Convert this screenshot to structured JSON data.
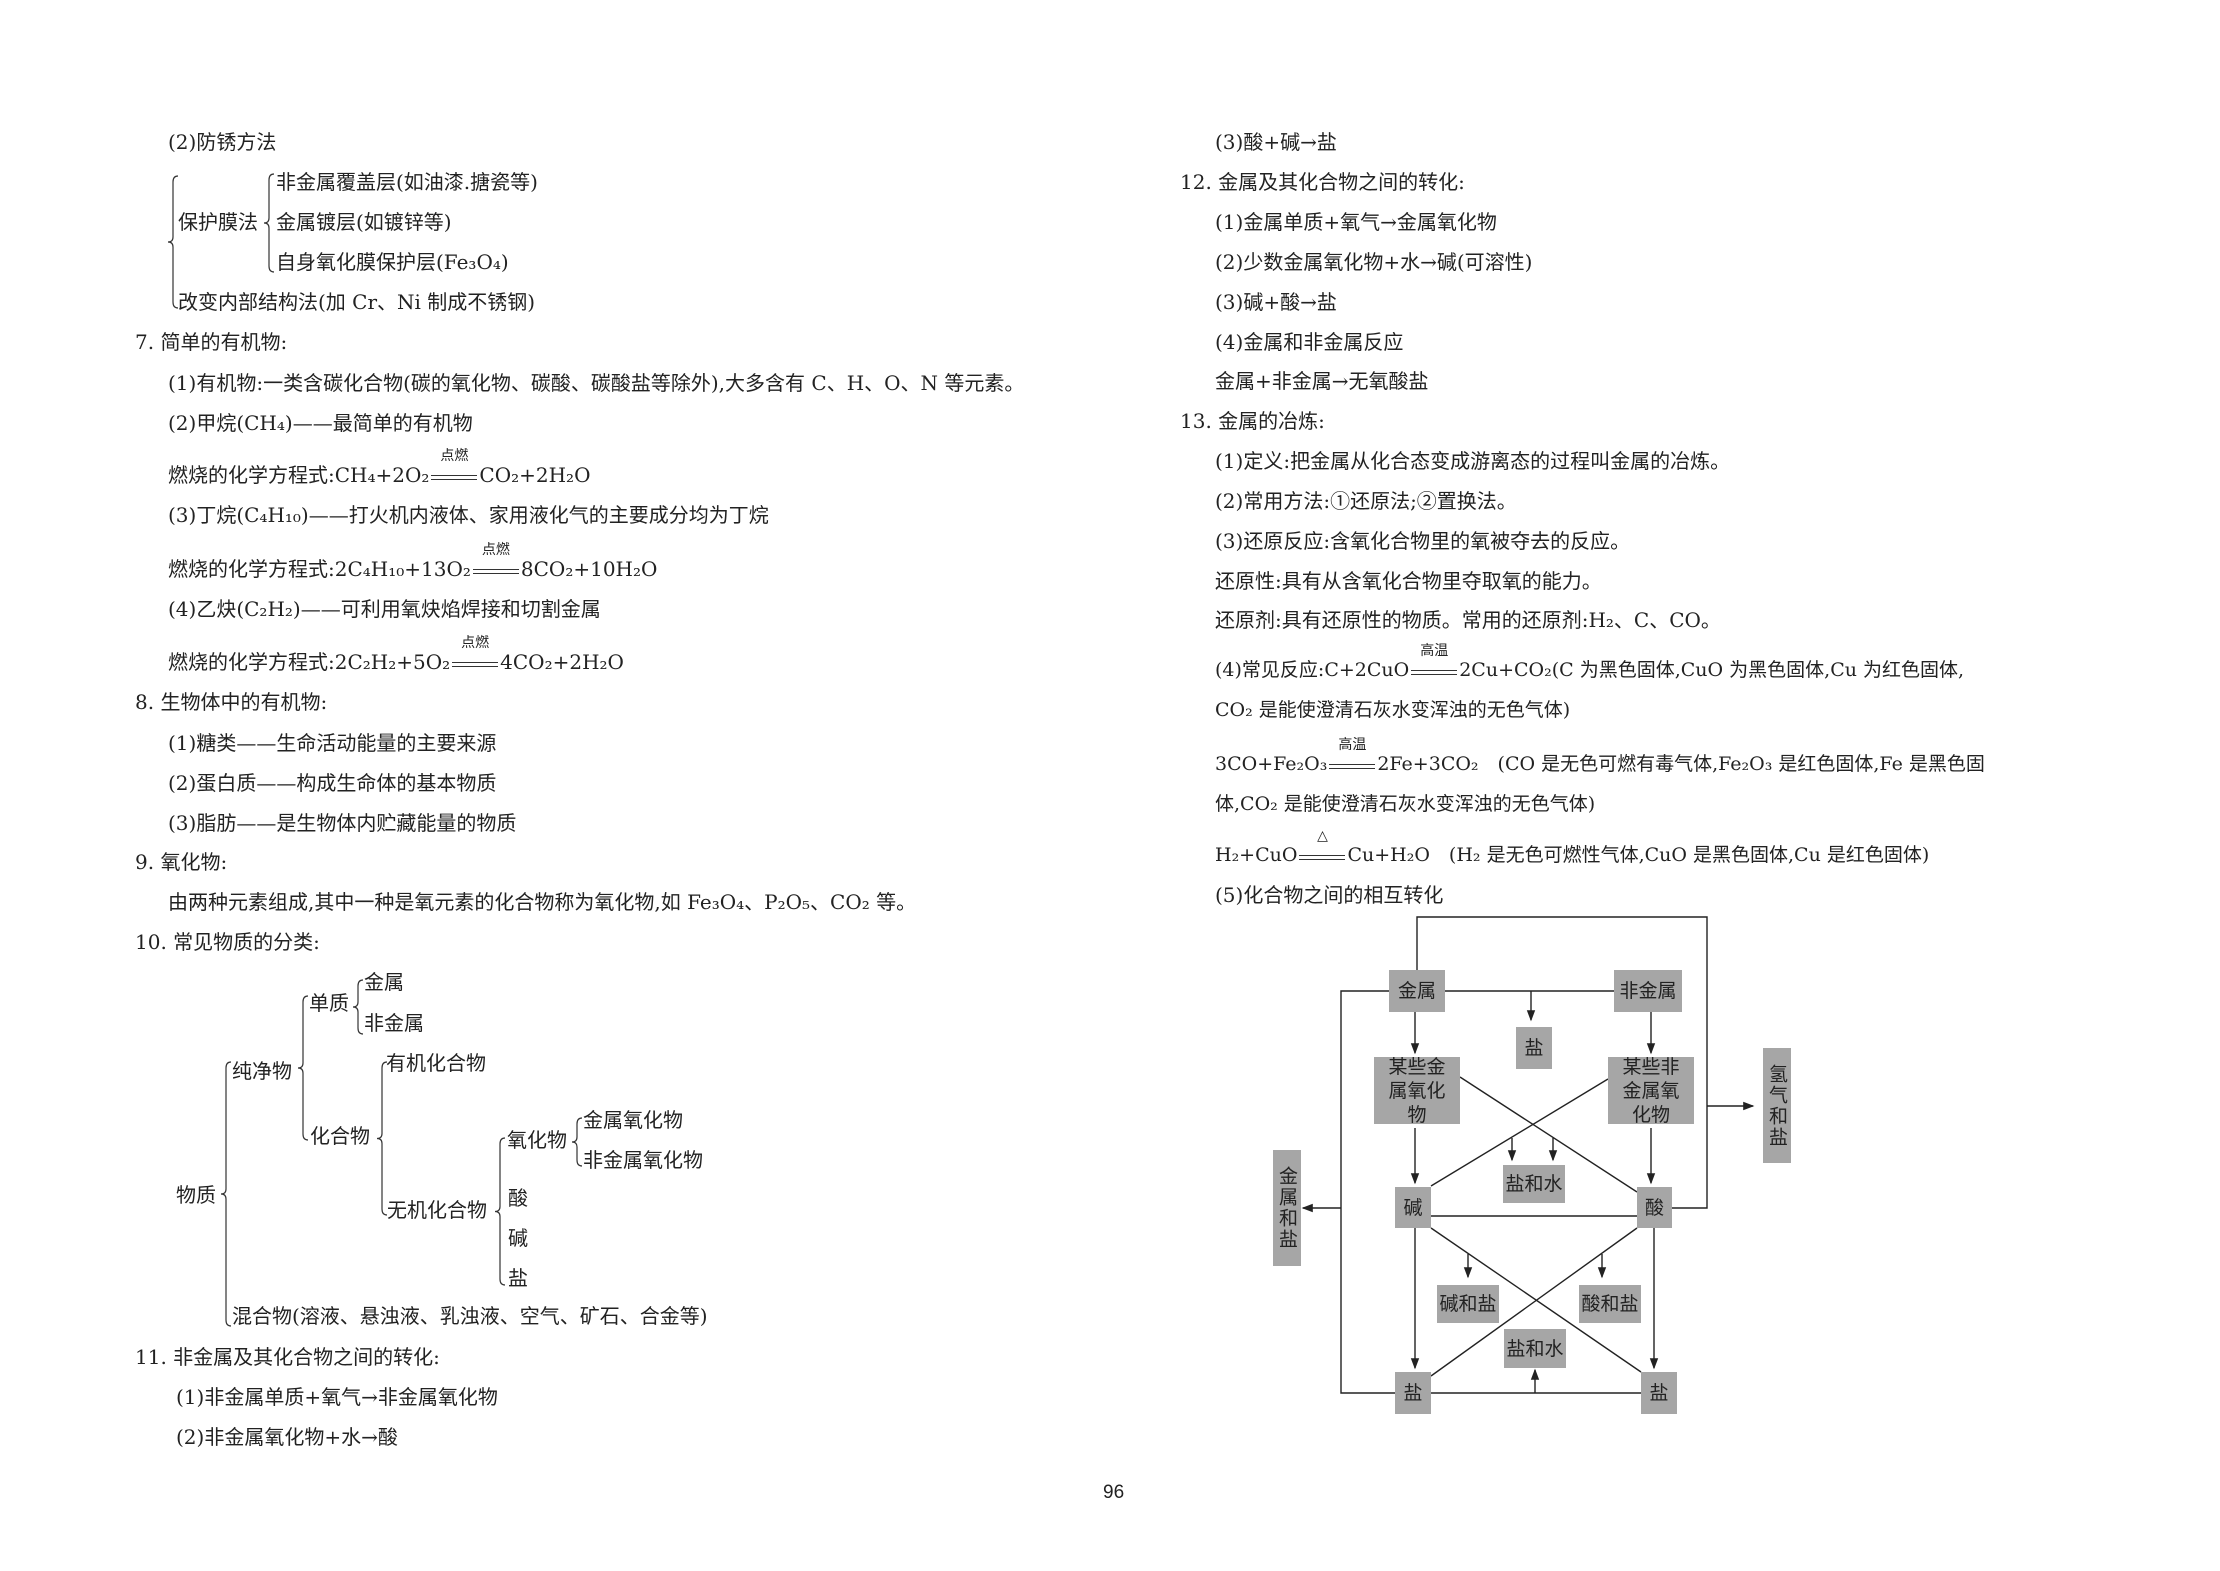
{
  "left": {
    "rust_title": "(2)防锈方法",
    "rust_method_1": "保护膜法",
    "rust_method_1_items": [
      "非金属覆盖层(如油漆.搪瓷等)",
      "金属镀层(如镀锌等)",
      "自身氧化膜保护层(Fe₃O₄)"
    ],
    "rust_method_2": "改变内部结构法(加 Cr、Ni 制成不锈钢)",
    "s7_title": "7. 简单的有机物:",
    "s7_1": "(1)有机物:一类含碳化合物(碳的氧化物、碳酸、碳酸盐等除外),大多含有 C、H、O、N 等元素。",
    "s7_2": "(2)甲烷(CH₄)——最简单的有机物",
    "s7_2_eq": {
      "pre": "燃烧的化学方程式:CH₄+2O₂",
      "cond": "点燃",
      "post": "CO₂+2H₂O"
    },
    "s7_3": "(3)丁烷(C₄H₁₀)——打火机内液体、家用液化气的主要成分均为丁烷",
    "s7_3_eq": {
      "pre": "燃烧的化学方程式:2C₄H₁₀+13O₂",
      "cond": "点燃",
      "post": "8CO₂+10H₂O"
    },
    "s7_4": "(4)乙炔(C₂H₂)——可利用氧炔焰焊接和切割金属",
    "s7_4_eq": {
      "pre": "燃烧的化学方程式:2C₂H₂+5O₂",
      "cond": "点燃",
      "post": "4CO₂+2H₂O"
    },
    "s8_title": "8. 生物体中的有机物:",
    "s8_items": [
      "(1)糖类——生命活动能量的主要来源",
      "(2)蛋白质——构成生命体的基本物质",
      "(3)脂肪——是生物体内贮藏能量的物质"
    ],
    "s9_title": "9. 氧化物:",
    "s9_text": "由两种元素组成,其中一种是氧元素的化合物称为氧化物,如 Fe₃O₄、P₂O₅、CO₂ 等。",
    "s10_title": "10. 常见物质的分类:",
    "tree": {
      "root": "物质",
      "pure": "纯净物",
      "element": "单质",
      "metal": "金属",
      "nonmetal": "非金属",
      "compound": "化合物",
      "organic": "有机化合物",
      "inorganic": "无机化合物",
      "oxide": "氧化物",
      "metal_oxide": "金属氧化物",
      "nonmetal_oxide": "非金属氧化物",
      "acid": "酸",
      "base": "碱",
      "salt": "盐",
      "mixture": "混合物(溶液、悬浊液、乳浊液、空气、矿石、合金等)"
    },
    "s11_title": "11. 非金属及其化合物之间的转化:",
    "s11_items": [
      "(1)非金属单质+氧气→非金属氧化物",
      "(2)非金属氧化物+水→酸"
    ]
  },
  "right": {
    "s11_3": "(3)酸+碱→盐",
    "s12_title": "12. 金属及其化合物之间的转化:",
    "s12_items": [
      "(1)金属单质+氧气→金属氧化物",
      "(2)少数金属氧化物+水→碱(可溶性)",
      "(3)碱+酸→盐",
      "(4)金属和非金属反应",
      "金属+非金属→无氧酸盐"
    ],
    "s13_title": "13. 金属的冶炼:",
    "s13_items": [
      "(1)定义:把金属从化合态变成游离态的过程叫金属的冶炼。",
      "(2)常用方法:①还原法;②置换法。",
      "(3)还原反应:含氧化合物里的氧被夺去的反应。",
      "还原性:具有从含氧化合物里夺取氧的能力。",
      "还原剂:具有还原性的物质。常用的还原剂:H₂、C、CO。"
    ],
    "eq1": {
      "pre": "(4)常见反应:C+2CuO",
      "cond": "高温",
      "post": "2Cu+CO₂(C 为黑色固体,CuO 为黑色固体,Cu 为红色固体,",
      "cont": "CO₂ 是能使澄清石灰水变浑浊的无色气体)"
    },
    "eq2": {
      "pre": "3CO+Fe₂O₃",
      "cond": "高温",
      "post": "2Fe+3CO₂　(CO 是无色可燃有毒气体,Fe₂O₃ 是红色固体,Fe 是黑色固",
      "cont": "体,CO₂ 是能使澄清石灰水变浑浊的无色气体)"
    },
    "eq3": {
      "pre": "H₂+CuO",
      "cond": "△",
      "post": "Cu+H₂O　(H₂ 是无色可燃性气体,CuO 是黑色固体,Cu 是红色固体)"
    },
    "s13_5": "(5)化合物之间的相互转化"
  },
  "diagram": {
    "metal": "金属",
    "nonmetal": "非金属",
    "salt_top": "盐",
    "metal_oxide": "某些金属氧化物",
    "nonmetal_oxide": "某些非金属氧化物",
    "hydrogen_salt": "氢气和盐",
    "metal_salt": "金属和盐",
    "salt_water_1": "盐和水",
    "base": "碱",
    "acid": "酸",
    "base_salt": "碱和盐",
    "acid_salt": "酸和盐",
    "salt_water_2": "盐和水",
    "salt_left": "盐",
    "salt_right": "盐"
  },
  "page_number": "96"
}
